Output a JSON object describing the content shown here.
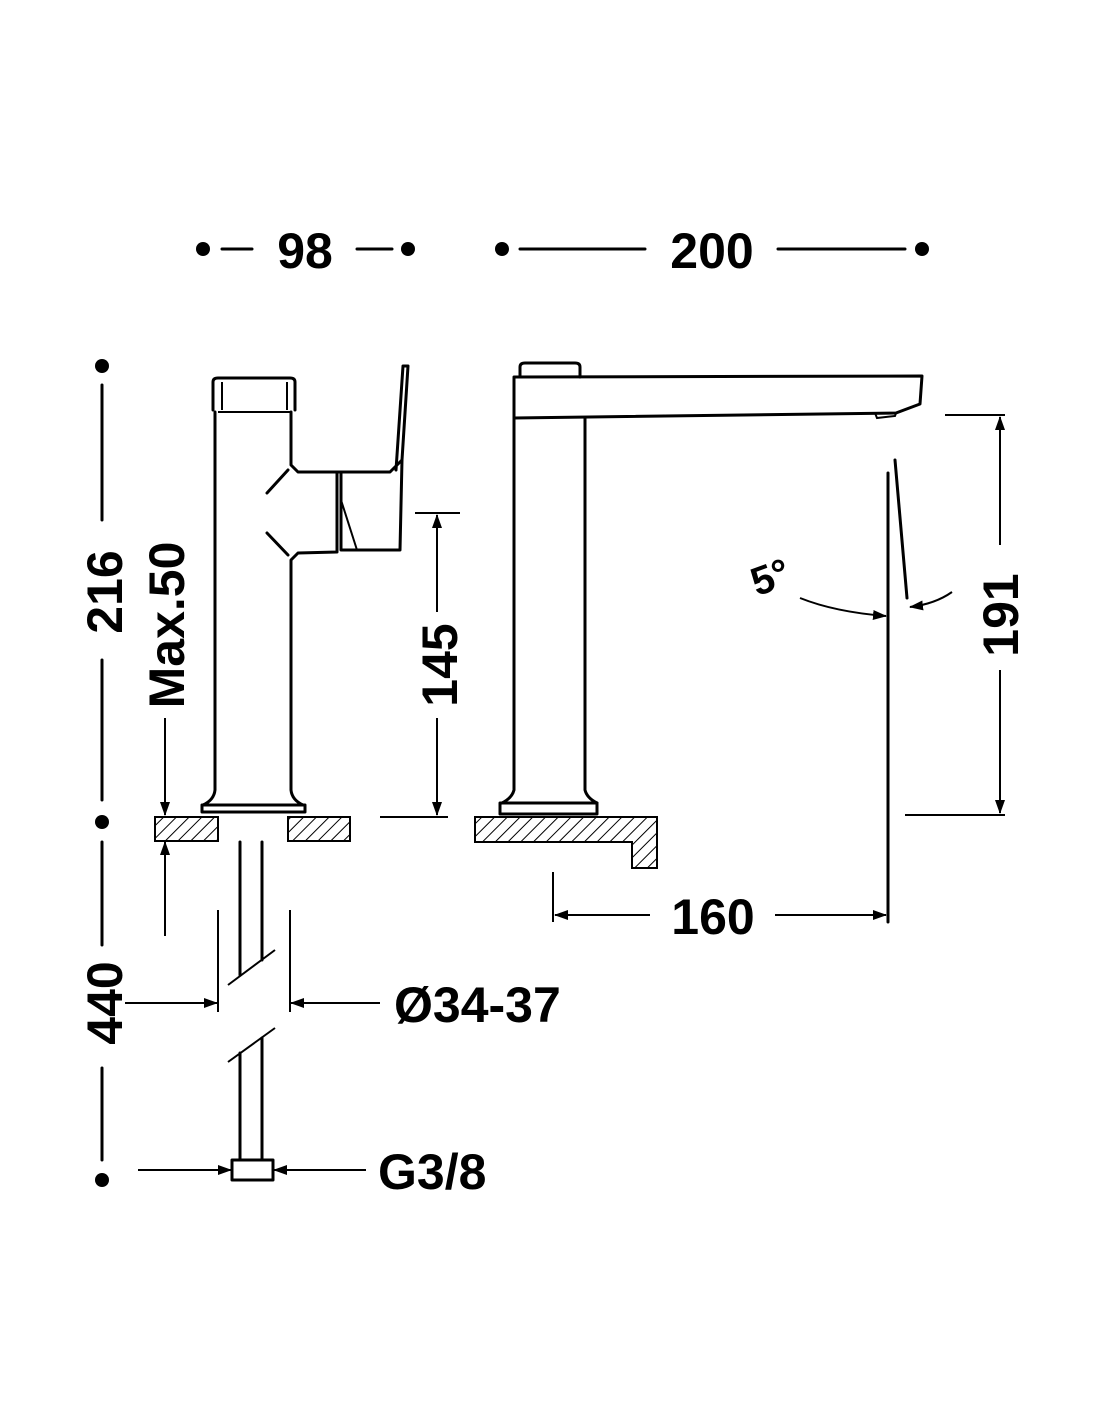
{
  "drawing": {
    "dimensions": {
      "side_width": "98",
      "front_width": "200",
      "total_height": "216",
      "max_counter": "Max.50",
      "lever_height": "145",
      "pipe_length": "440",
      "hole_diameter": "Ø34-37",
      "connection": "G3/8",
      "spout_reach": "160",
      "spout_height": "191",
      "lever_angle": "5°"
    },
    "colors": {
      "line": "#000000",
      "background": "#ffffff"
    }
  }
}
